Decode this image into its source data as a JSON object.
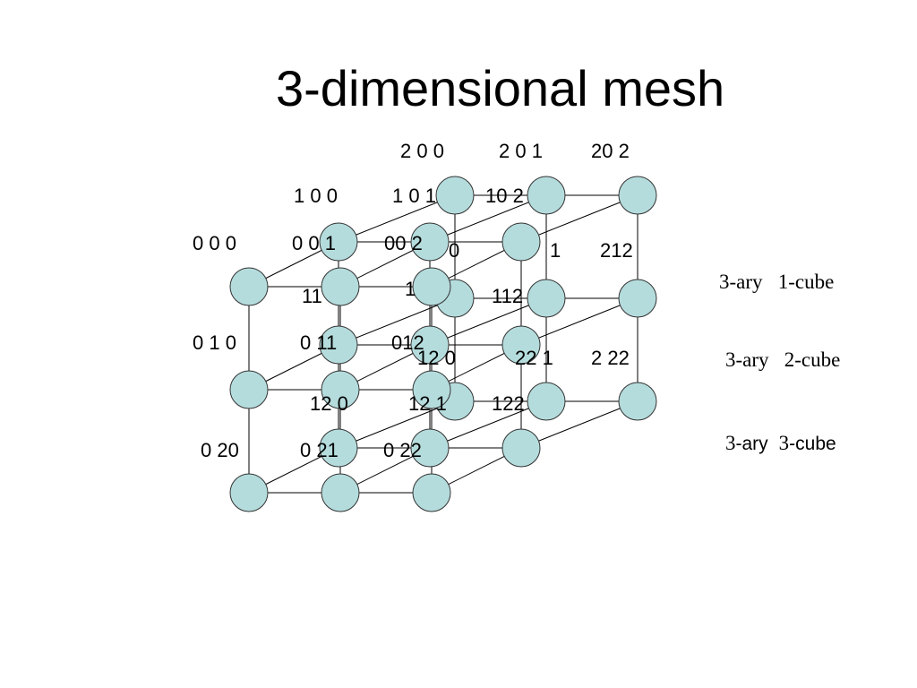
{
  "slide": {
    "title": "3-dimensional mesh"
  },
  "colors": {
    "node_fill": "#b5dcdd",
    "node_stroke": "#333333",
    "edge": "#000000"
  },
  "labels": {
    "layer2": [
      "2 0 0",
      "2 0 1",
      "20 2",
      "0",
      "1",
      "212",
      "112",
      "12 0",
      "22 1",
      "2 22",
      "122"
    ],
    "layer1": [
      "1 0 0",
      "1 0 1",
      "10 2",
      "11",
      "1",
      "12 0",
      "12 1"
    ],
    "layer0": [
      "0 0 0",
      "0 0 1",
      "00 2",
      "0 1 0",
      "0 11",
      "012",
      "0 20",
      "0 21",
      "0 22"
    ]
  },
  "legend": {
    "one_cube": "3-ary   1-cube",
    "two_cube": "3-ary   2-cube",
    "three_cube_prefix": "3",
    "three_cube_middle": "-ary",
    "three_cube_num": "3",
    "three_cube_suffix": "-cube"
  }
}
